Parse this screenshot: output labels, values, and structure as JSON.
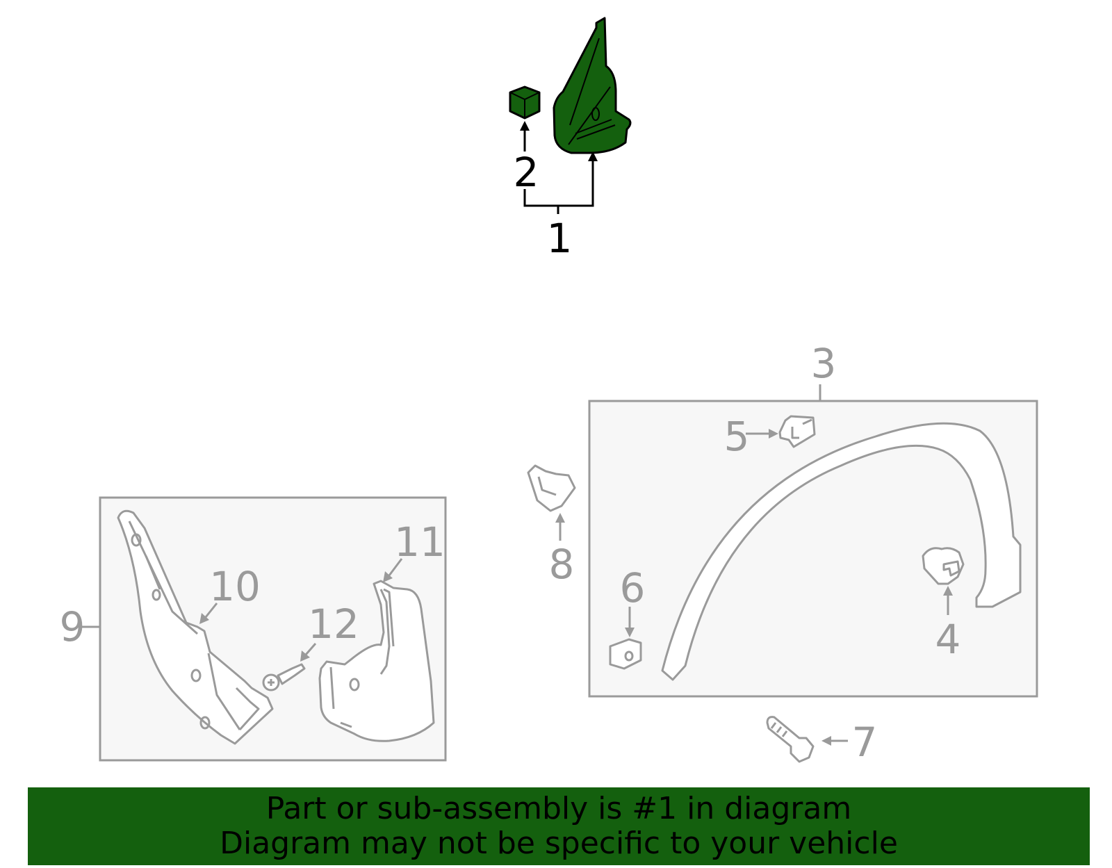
{
  "callouts": {
    "c1": "1",
    "c2": "2",
    "c3": "3",
    "c4": "4",
    "c5": "5",
    "c6": "6",
    "c7": "7",
    "c8": "8",
    "c9": "9",
    "c10": "10",
    "c11": "11",
    "c12": "12"
  },
  "banner": {
    "line1": "Part or sub-assembly is #1 in diagram",
    "line2": "Diagram may not be specific to your vehicle"
  },
  "colors": {
    "highlight_part": "#14600e",
    "banner_background": "#14600e",
    "other_parts": "#9a9a9a",
    "group_box_fill": "#f7f7f7"
  }
}
